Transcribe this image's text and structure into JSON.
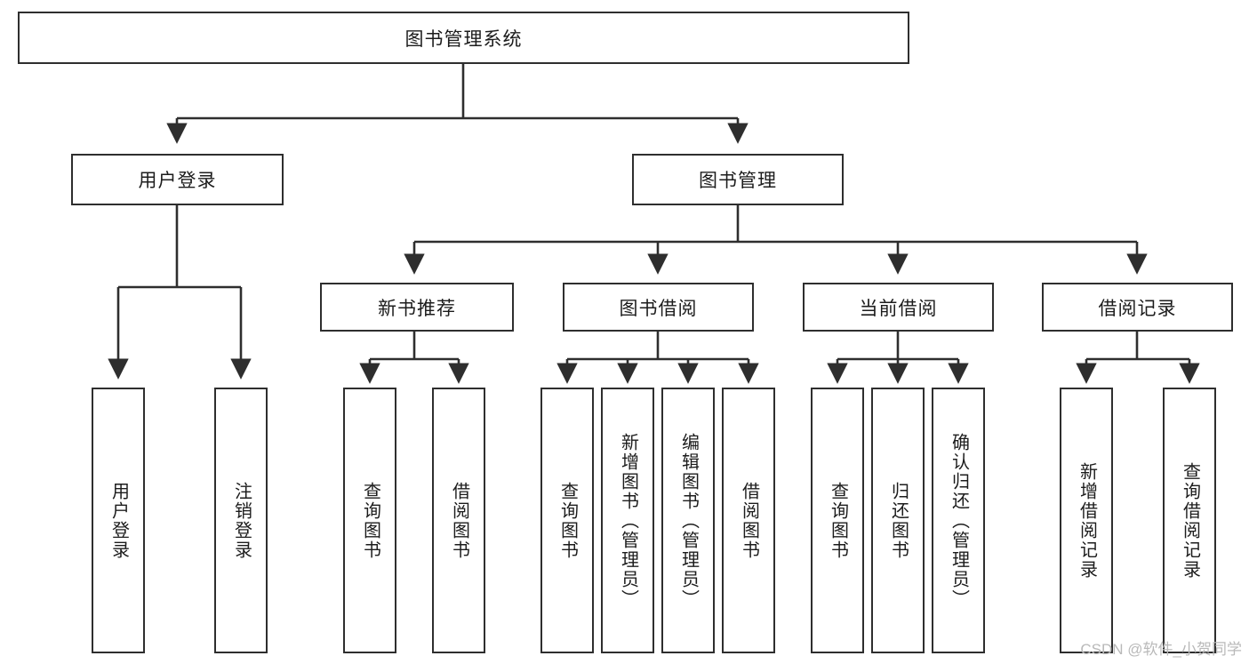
{
  "diagram": {
    "type": "tree",
    "title": "图书管理系统",
    "watermark": "CSDN @软件_小贺同学",
    "colors": {
      "stroke": "#2e2e2e",
      "fill": "#ffffff",
      "text": "#1c1c1c",
      "watermark": "#b9b9b9"
    },
    "root": {
      "label": "图书管理系统"
    },
    "level2": [
      {
        "id": "user-login",
        "label": "用户登录"
      },
      {
        "id": "book-manage",
        "label": "图书管理"
      }
    ],
    "level3": [
      {
        "id": "new-book-recommend",
        "label": "新书推荐",
        "parent": "book-manage"
      },
      {
        "id": "book-borrow",
        "label": "图书借阅",
        "parent": "book-manage"
      },
      {
        "id": "current-borrow",
        "label": "当前借阅",
        "parent": "book-manage"
      },
      {
        "id": "borrow-record",
        "label": "借阅记录",
        "parent": "book-manage"
      }
    ],
    "leaves": {
      "user-login": [
        {
          "id": "leaf-user-login",
          "label": "用户登录"
        },
        {
          "id": "leaf-logout",
          "label": "注销登录"
        }
      ],
      "new-book-recommend": [
        {
          "id": "leaf-query-book-1",
          "label": "查询图书"
        },
        {
          "id": "leaf-borrow-book-1",
          "label": "借阅图书"
        }
      ],
      "book-borrow": [
        {
          "id": "leaf-query-book-2",
          "label": "查询图书"
        },
        {
          "id": "leaf-add-book",
          "label": "新增图书（管理员）"
        },
        {
          "id": "leaf-edit-book",
          "label": "编辑图书（管理员）"
        },
        {
          "id": "leaf-borrow-book-2",
          "label": "借阅图书"
        }
      ],
      "current-borrow": [
        {
          "id": "leaf-query-book-3",
          "label": "查询图书"
        },
        {
          "id": "leaf-return-book",
          "label": "归还图书"
        },
        {
          "id": "leaf-confirm-return",
          "label": "确认归还（管理员）"
        }
      ],
      "borrow-record": [
        {
          "id": "leaf-add-record",
          "label": "新增借阅记录"
        },
        {
          "id": "leaf-query-record",
          "label": "查询借阅记录"
        }
      ]
    }
  }
}
